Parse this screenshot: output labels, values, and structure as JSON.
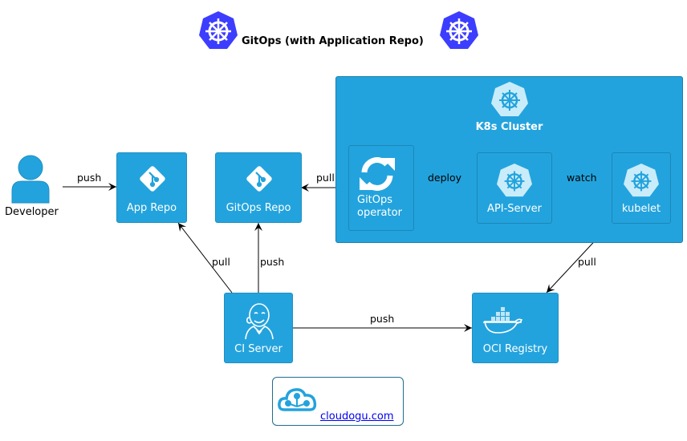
{
  "title": "GitOps (with Application Repo)",
  "colors": {
    "node_fill": "#23a3dd",
    "k8s_logo": "#3d3dff",
    "edge": "#000000",
    "link": "#0000ee"
  },
  "actors": {
    "developer": {
      "label": "Developer",
      "icon": "person-icon"
    }
  },
  "nodes": {
    "app_repo": {
      "label": "App Repo",
      "icon": "git-icon"
    },
    "gitops_repo": {
      "label": "GitOps Repo",
      "icon": "git-icon"
    },
    "ci_server": {
      "label": "CI Server",
      "icon": "jenkins-icon"
    },
    "oci_registry": {
      "label": "OCI Registry",
      "icon": "docker-icon"
    }
  },
  "cluster": {
    "label": "K8s Cluster",
    "icon": "kubernetes-icon",
    "nodes": {
      "gitops_operator": {
        "label_line1": "GitOps",
        "label_line2": "operator",
        "icon": "sync-icon"
      },
      "api_server": {
        "label": "API-Server",
        "icon": "kubernetes-icon"
      },
      "kubelet": {
        "label": "kubelet",
        "icon": "kubernetes-icon"
      }
    }
  },
  "edges": {
    "developer_to_app_repo": "push",
    "operator_to_gitops_repo": "pull",
    "operator_to_api_server": "deploy",
    "kubelet_to_api_server": "watch",
    "ci_to_app_repo": "pull",
    "ci_to_gitops_repo": "push",
    "ci_to_registry": "push",
    "kubelet_to_registry": "pull"
  },
  "footer": {
    "link_text": "cloudogu.com",
    "icon": "cloudogu-logo-icon"
  }
}
